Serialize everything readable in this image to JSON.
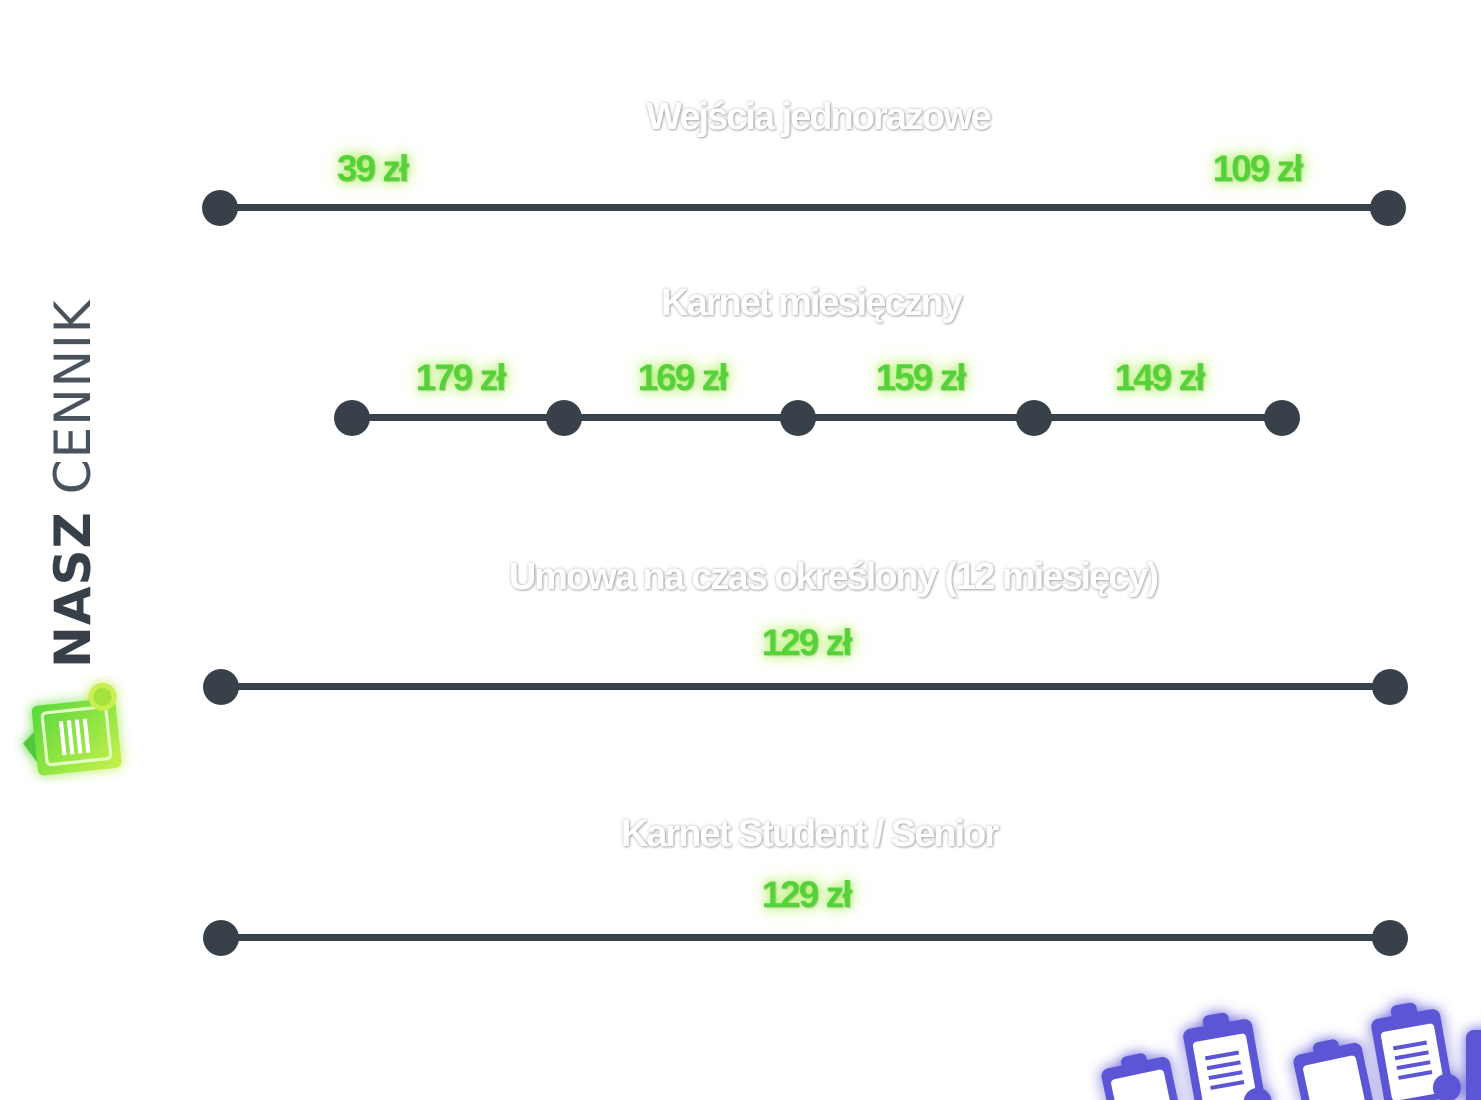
{
  "heading": {
    "bold": "NASZ",
    "light": "CENNIK"
  },
  "sections": [
    {
      "title": "Wejścia jednorazowe",
      "prices": [
        "39 zł",
        "109 zł"
      ]
    },
    {
      "title": "Karnet miesięczny",
      "prices": [
        "179 zł",
        "169 zł",
        "159 zł",
        "149 zł"
      ]
    },
    {
      "title": "Umowa na czas określony (12 miesięcy)",
      "prices": [
        "129 zł"
      ]
    },
    {
      "title": "Karnet Student / Senior",
      "prices": [
        "129 zł"
      ]
    }
  ],
  "icons": {
    "logo": "clipboard-icon",
    "decoration": "clipboard-stack-icon"
  },
  "colors": {
    "price_green": "#55d13a",
    "track": "#39424b",
    "deco_purple": "#5b54d6"
  }
}
